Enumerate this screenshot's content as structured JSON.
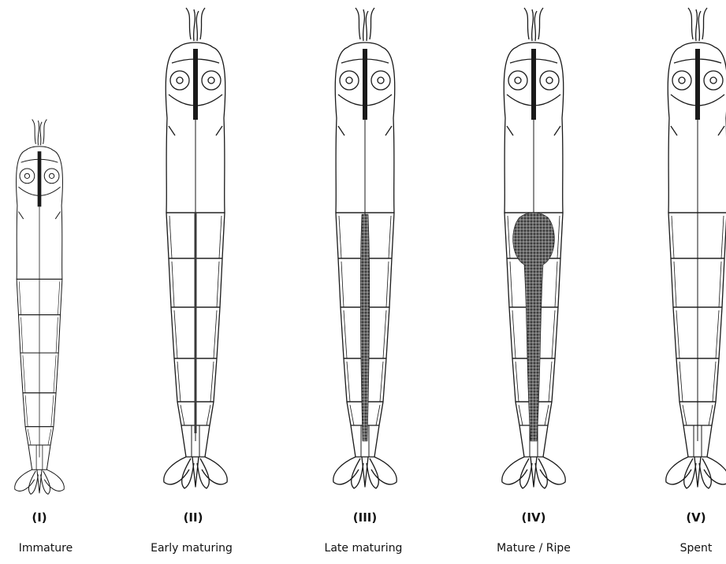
{
  "figure": {
    "stages": [
      {
        "numeral": "(I)",
        "name": "Immature",
        "gonad": "none",
        "icon": "shrimp-immature-icon"
      },
      {
        "numeral": "(II)",
        "name": "Early maturing",
        "gonad": "thin-line",
        "icon": "shrimp-early-maturing-icon"
      },
      {
        "numeral": "(III)",
        "name": "Late maturing",
        "gonad": "thick-band",
        "icon": "shrimp-late-maturing-icon"
      },
      {
        "numeral": "(IV)",
        "name": "Mature / Ripe",
        "gonad": "swollen-lobe",
        "icon": "shrimp-mature-ripe-icon"
      },
      {
        "numeral": "(V)",
        "name": "Spent",
        "gonad": "none",
        "icon": "shrimp-spent-icon"
      }
    ],
    "colors": {
      "ink": "#1a1a1a",
      "gonad": "#3a3a3a",
      "background": "#ffffff"
    }
  }
}
